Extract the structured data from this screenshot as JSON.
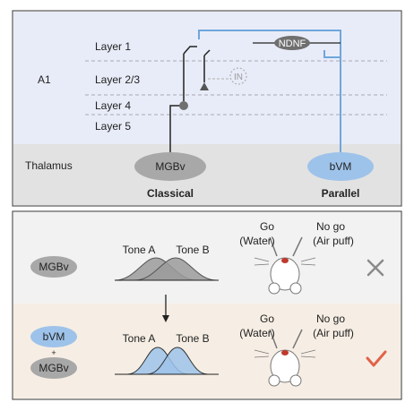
{
  "top_panel": {
    "region": "A1",
    "layers": [
      "Layer 1",
      "Layer 2/3",
      "Layer 4",
      "Layer 5"
    ],
    "thalamus": "Thalamus",
    "mgbv": "MGBv",
    "bvm": "bVM",
    "ndnf": "NDNF",
    "in": "IN",
    "classical": "Classical",
    "parallel": "Parallel"
  },
  "bottom_panel": {
    "row1": {
      "source": "MGBv",
      "tone_a": "Tone A",
      "tone_b": "Tone B",
      "go": "Go",
      "water": "(Water)",
      "nogo": "No go",
      "airpuff": "(Air puff)",
      "result": "cross"
    },
    "row2": {
      "source1": "bVM",
      "plus": "+",
      "source2": "MGBv",
      "tone_a": "Tone A",
      "tone_b": "Tone B",
      "go": "Go",
      "water": "(Water)",
      "nogo": "No go",
      "airpuff": "(Air puff)",
      "result": "check"
    }
  },
  "colors": {
    "cortex_bg": "#e8ecf8",
    "thalamus_bg": "#e2e2e2",
    "row1_bg": "#f2f2f2",
    "row2_bg": "#f6eee4",
    "bvm_blue": "#9ec3ea",
    "gray_node": "#a8a8a8",
    "ndnf_dark": "#6f6f6f",
    "check_orange": "#e0634a",
    "cross_gray": "#8a8a8a"
  }
}
